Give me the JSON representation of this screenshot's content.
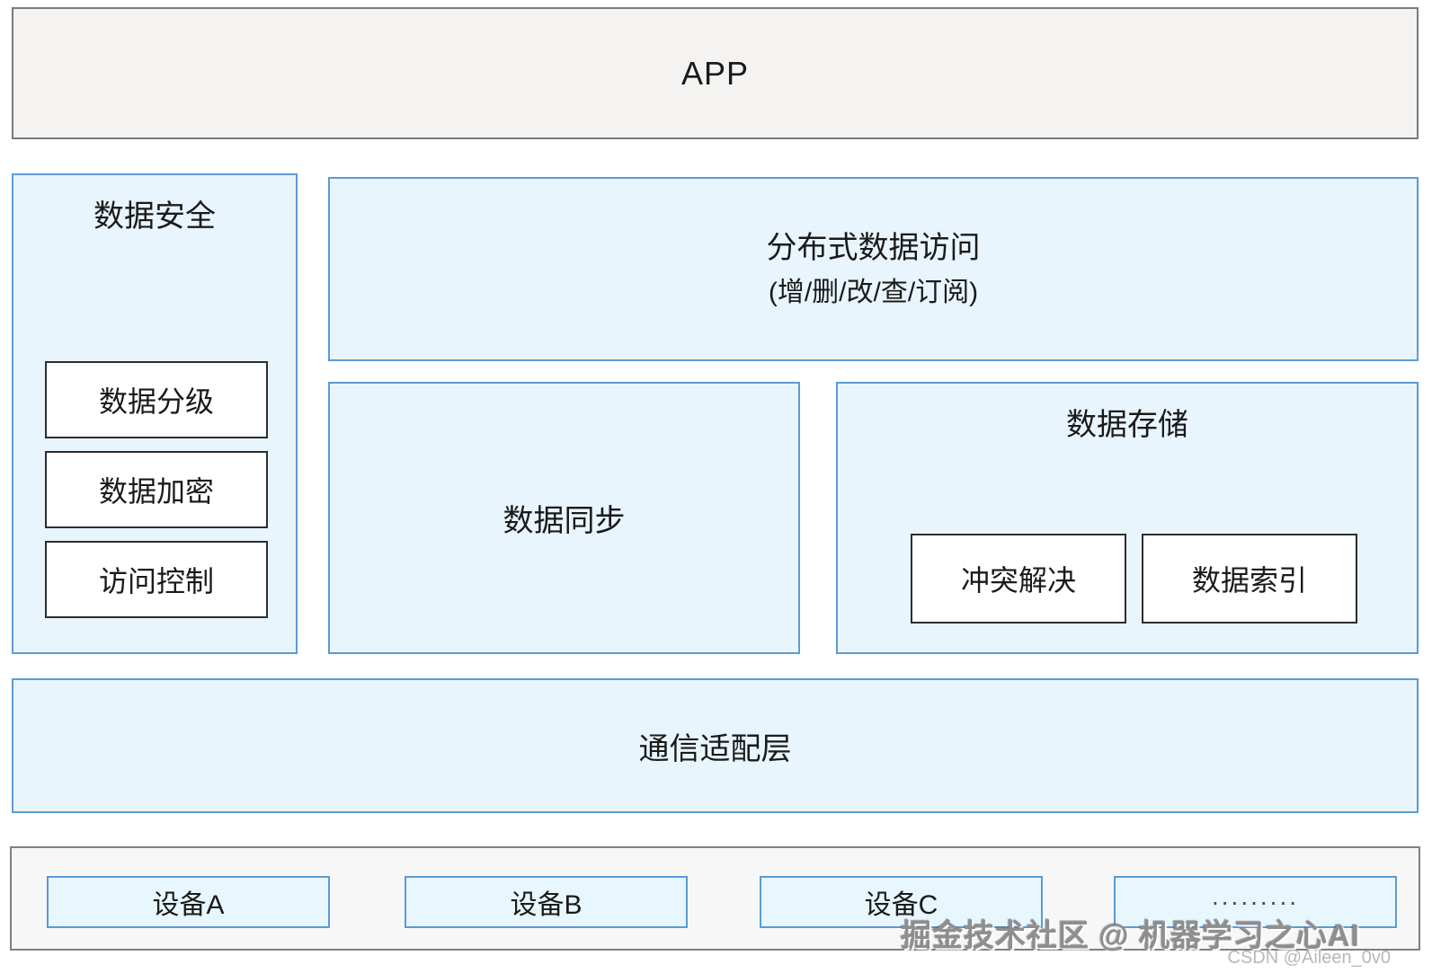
{
  "app_box": {
    "label": "APP"
  },
  "security": {
    "title": "数据安全",
    "items": [
      "数据分级",
      "数据加密",
      "访问控制"
    ]
  },
  "distributed_access": {
    "title": "分布式数据访问",
    "subtitle": "(增/删/改/查/订阅)"
  },
  "data_sync": {
    "title": "数据同步"
  },
  "data_storage": {
    "title": "数据存储",
    "items": [
      "冲突解决",
      "数据索引"
    ]
  },
  "comm_layer": {
    "title": "通信适配层"
  },
  "devices": {
    "items": [
      "设备A",
      "设备B",
      "设备C",
      "........."
    ]
  },
  "watermarks": {
    "community": "掘金技术社区 @ 机器学习之心AI",
    "csdn": "CSDN @Aileen_0v0"
  },
  "colors": {
    "blue_fill": "#e9f5fd",
    "blue_border": "#5b9bd5",
    "gray_fill": "#f4f3f2",
    "gray_border": "#7a7a7a",
    "white_box_border": "#2d2d2d",
    "container_fill": "#f7f7f7",
    "text": "#1a1a1a"
  }
}
